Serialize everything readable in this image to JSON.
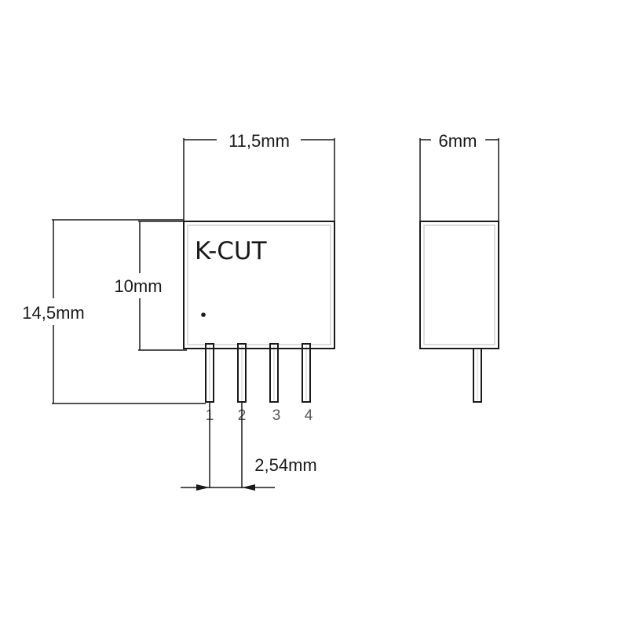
{
  "part": {
    "name": "K-CUT",
    "pins": [
      "1",
      "2",
      "3",
      "4"
    ]
  },
  "dimensions": {
    "width": "11,5mm",
    "depth": "6mm",
    "body_height": "10mm",
    "total_height": "14,5mm",
    "pin_pitch": "2,54mm"
  },
  "colors": {
    "line": "#1a1a1a",
    "pin_label": "#555555",
    "background": "#ffffff"
  }
}
